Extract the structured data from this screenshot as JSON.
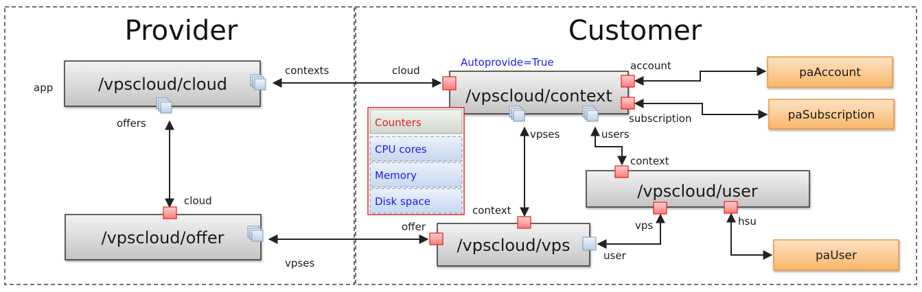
{
  "regions": {
    "provider": {
      "title": "Provider"
    },
    "customer": {
      "title": "Customer"
    }
  },
  "types": {
    "cloud": "/vpscloud/cloud",
    "offer": "/vpscloud/offer",
    "context": "/vpscloud/context",
    "vps": "/vpscloud/vps",
    "user": "/vpscloud/user"
  },
  "external": {
    "pa_account": "paAccount",
    "pa_subscription": "paSubscription",
    "pa_user": "paUser"
  },
  "labels": {
    "app": "app",
    "contexts": "contexts",
    "offers": "offers",
    "offer_cloud": "cloud",
    "offer_vpses": "vpses",
    "context_cloud": "cloud",
    "autoprovide": "Autoprovide=True",
    "account": "account",
    "subscription": "subscription",
    "context_vpses": "vpses",
    "context_users": "users",
    "user_context": "context",
    "vps_context": "context",
    "vps_offer": "offer",
    "vps_user": "user",
    "user_vps": "vps",
    "user_hsu": "hsu"
  },
  "counters": {
    "title": "Counters",
    "items": [
      "CPU cores",
      "Memory",
      "Disk space"
    ]
  },
  "colors": {
    "box_border": "#333333",
    "relation_required": "#ff6b6b",
    "relation_collection": "#bcd2ea",
    "external_fill": "#fbc98a",
    "external_border": "#e8963a",
    "counter_border": "#e02020",
    "blue_text": "#1a1aee"
  }
}
